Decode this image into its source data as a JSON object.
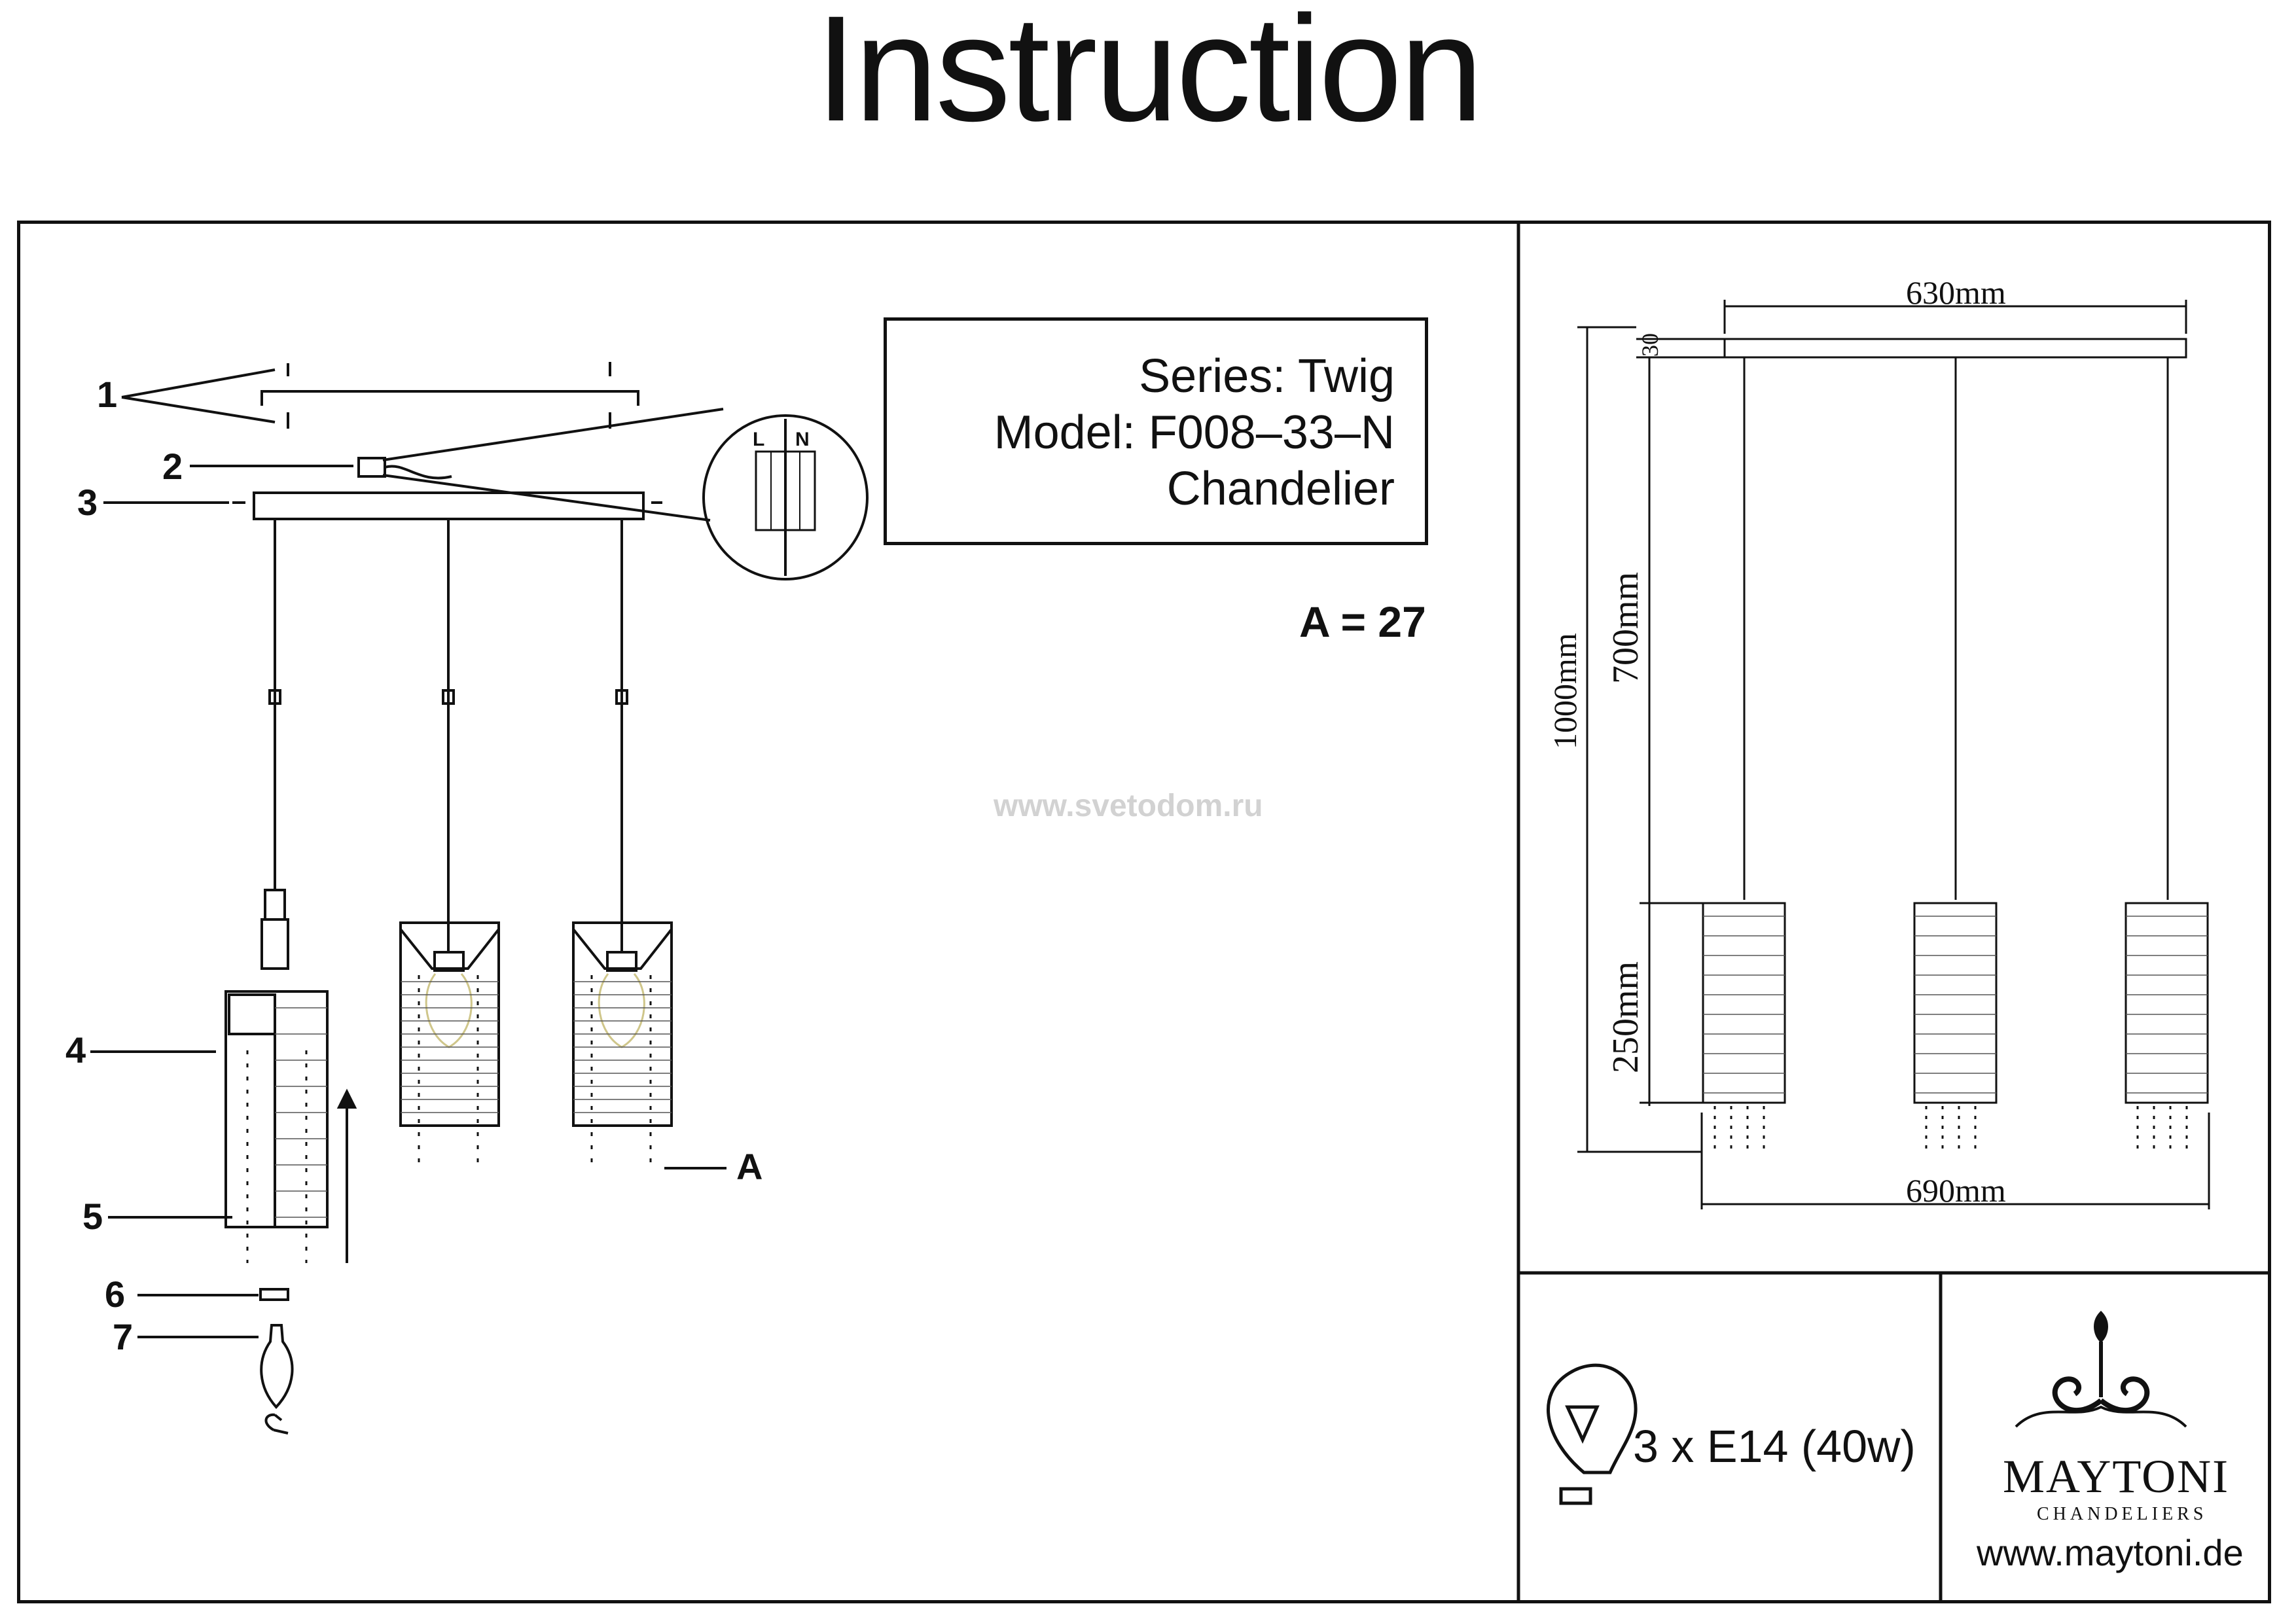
{
  "title": "Instruction",
  "info": {
    "series": "Series: Twig",
    "model": "Model: F008–33–N",
    "type": "Chandelier"
  },
  "a_equation": "A = 27",
  "watermark": "www.svetodom.ru",
  "callouts": {
    "c1": "1",
    "c2": "2",
    "c3": "3",
    "c4": "4",
    "c5": "5",
    "c6": "6",
    "c7": "7",
    "a": "A"
  },
  "wiring": {
    "l": "L",
    "n": "N"
  },
  "dimensions": {
    "top_width": "630mm",
    "canopy_height": "30",
    "total_height": "1000mm",
    "rod_length": "700mm",
    "shade_height": "250mm",
    "overall_width": "690mm"
  },
  "lamp_spec": "3 x E14 (40w)",
  "brand": {
    "name": "MAYTONI",
    "sub": "CHANDELIERS",
    "url": "www.maytoni.de"
  }
}
